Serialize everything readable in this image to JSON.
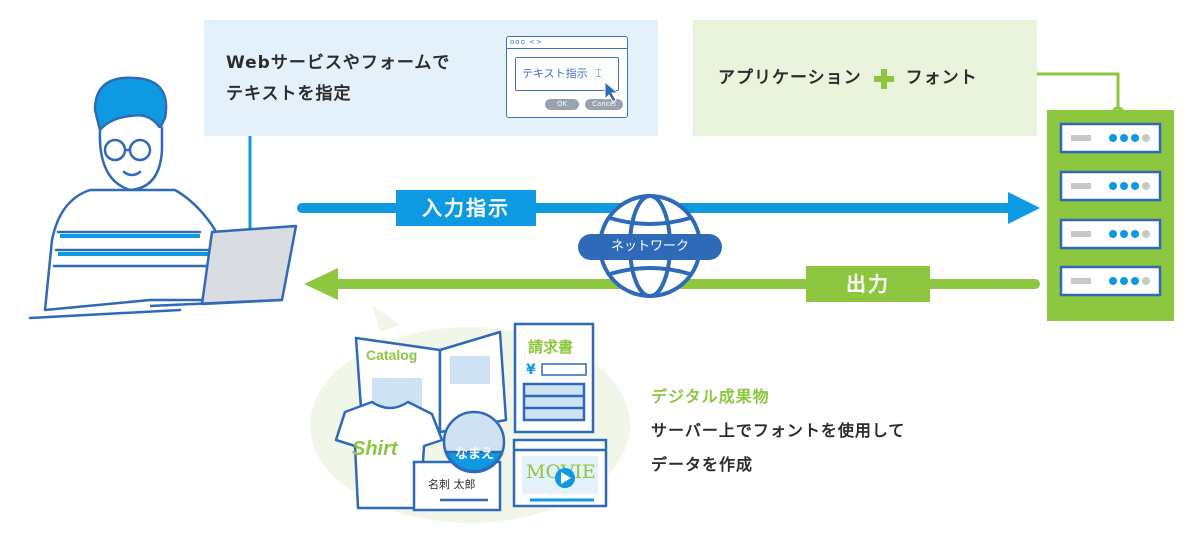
{
  "web_box": {
    "line1": "Webサービスやフォームで",
    "line2": "テキストを指定"
  },
  "dialog": {
    "titlebar": "ooo <>",
    "field_text": "テキスト指示",
    "ok": "OK",
    "cancel": "Cancel"
  },
  "font_box": {
    "app": "アプリケーション",
    "font": "フォント"
  },
  "flows": {
    "input": "入力指示",
    "network": "ネットワーク",
    "output": "出力"
  },
  "products": {
    "catalog": "Catalog",
    "invoice": "請求書",
    "yen": "¥",
    "shirt": "Shirt",
    "name_badge": "なまえ",
    "business_card": "名刺 太郎",
    "movie": "MOVIE"
  },
  "output_desc": {
    "title": "デジタル成果物",
    "line1": "サーバー上でフォントを使用して",
    "line2": "データを作成"
  },
  "colors": {
    "blue": "#0e9ae2",
    "green": "#8dc63f",
    "navy": "#2e6ab8"
  }
}
